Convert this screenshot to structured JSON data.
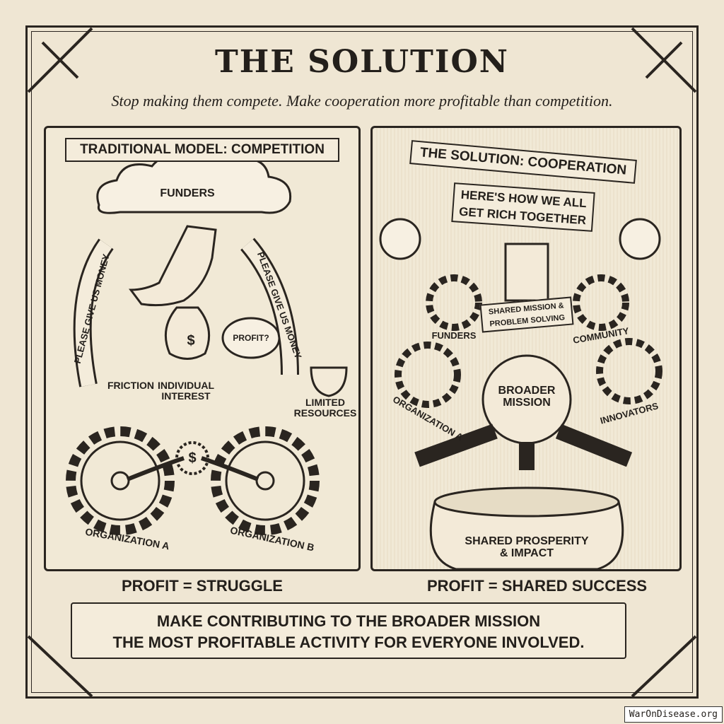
{
  "title": "THE SOLUTION",
  "subtitle": "Stop making them compete. Make cooperation more profitable than competition.",
  "left": {
    "banner": "TRADITIONAL MODEL: COMPETITION",
    "cloud": "FUNDERS",
    "plea_left": "PLEASE GIVE US MONEY",
    "plea_right": "PLEASE GIVE US MONEY",
    "bag": "$",
    "thought": "PROFIT?",
    "friction": "FRICTION",
    "individual": "INDIVIDUAL INTEREST",
    "limited": "LIMITED RESOURCES",
    "coin": "$",
    "org_a": "ORGANIZATION A",
    "org_b": "ORGANIZATION B",
    "caption": "PROFIT = STRUGGLE"
  },
  "right": {
    "banner": "THE SOLUTION: COOPERATION",
    "sub_banner_1": "HERE'S HOW WE ALL",
    "sub_banner_2": "GET RICH TOGETHER",
    "shared_1": "SHARED MISSION &",
    "shared_2": "PROBLEM SOLVING",
    "funders": "FUNDERS",
    "community": "COMMUNITY",
    "org_a": "ORGANIZATION A",
    "innovators": "INNOVATORS",
    "mission": "BROADER MISSION",
    "pot_1": "SHARED PROSPERITY",
    "pot_2": "& IMPACT",
    "caption": "PROFIT = SHARED SUCCESS"
  },
  "footer": {
    "line1": "MAKE CONTRIBUTING TO THE BROADER MISSION",
    "line2": "THE MOST PROFITABLE ACTIVITY FOR EVERYONE INVOLVED."
  },
  "watermark": "WarOnDisease.org"
}
